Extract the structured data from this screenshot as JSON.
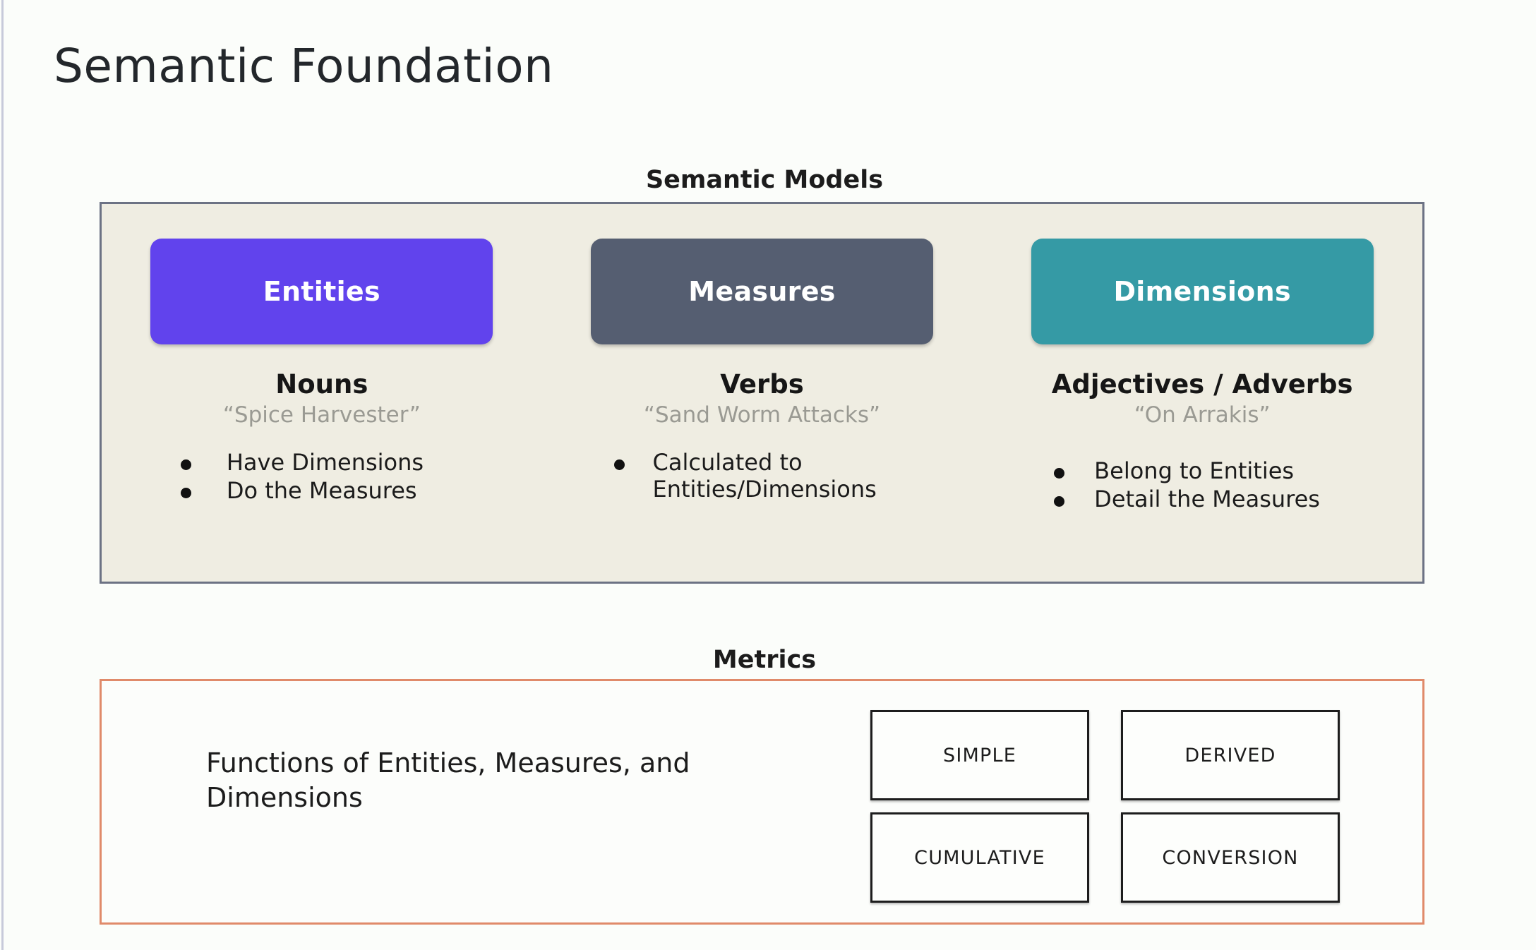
{
  "page": {
    "title": "Semantic Foundation",
    "background_color": "#FBFDFA"
  },
  "semantic_models": {
    "caption": "Semantic Models",
    "panel_background": "#EFEDE2",
    "panel_border_color": "#6C7284",
    "columns": [
      {
        "pill_label": "Entities",
        "pill_color": "#6143ED",
        "part_of_speech": "Nouns",
        "example": "“Spice Harvester”",
        "bullets": [
          "Have Dimensions",
          "Do the Measures"
        ]
      },
      {
        "pill_label": "Measures",
        "pill_color": "#555E71",
        "part_of_speech": "Verbs",
        "example": "“Sand Worm Attacks”",
        "bullets": [
          "Calculated to Entities/Dimensions"
        ]
      },
      {
        "pill_label": "Dimensions",
        "pill_color": "#359AA5",
        "part_of_speech": "Adjectives / Adverbs",
        "example": "“On Arrakis”",
        "bullets": [
          "Belong to Entities",
          "Detail the Measures"
        ]
      }
    ]
  },
  "metrics": {
    "caption": "Metrics",
    "panel_border_color": "#E08A6A",
    "description": "Functions of Entities, Measures, and Dimensions",
    "types": [
      "SIMPLE",
      "DERIVED",
      "CUMULATIVE",
      "CONVERSION"
    ]
  }
}
